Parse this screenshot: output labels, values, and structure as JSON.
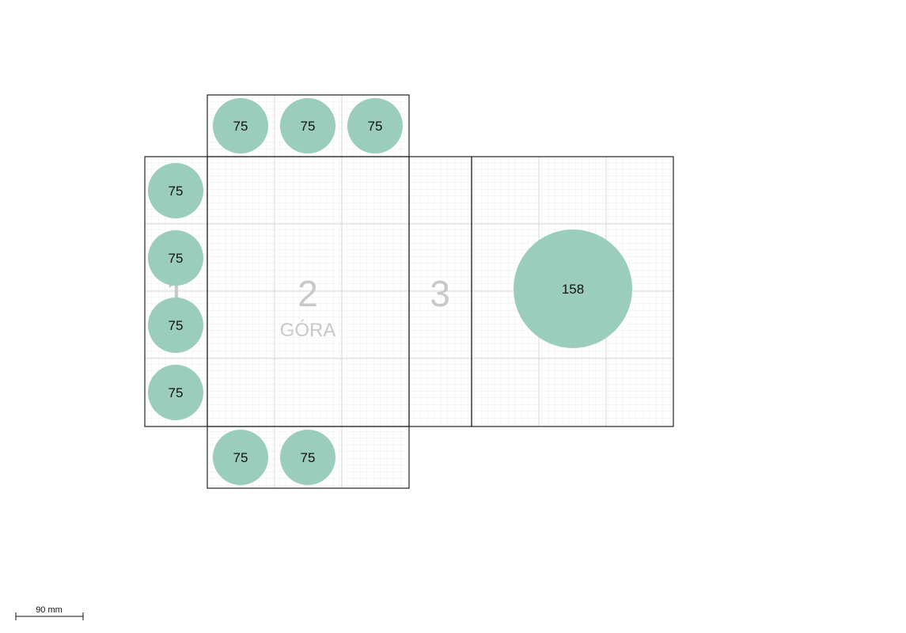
{
  "diagram": {
    "panel_labels": {
      "p1": "1",
      "p2": "2",
      "p2_sub": "GÓRA",
      "p3": "3"
    },
    "circles": [
      {
        "id": "top-1",
        "label": "75"
      },
      {
        "id": "top-2",
        "label": "75"
      },
      {
        "id": "top-3",
        "label": "75"
      },
      {
        "id": "left-1",
        "label": "75"
      },
      {
        "id": "left-2",
        "label": "75"
      },
      {
        "id": "left-3",
        "label": "75"
      },
      {
        "id": "left-4",
        "label": "75"
      },
      {
        "id": "bottom-1",
        "label": "75"
      },
      {
        "id": "bottom-2",
        "label": "75"
      },
      {
        "id": "big",
        "label": "158"
      }
    ],
    "scale": {
      "label": "90 mm"
    },
    "colors": {
      "circle": "#9acdbb",
      "grid_minor": "#ececec",
      "grid_major": "#d6d6d6",
      "outline": "#222222"
    }
  }
}
